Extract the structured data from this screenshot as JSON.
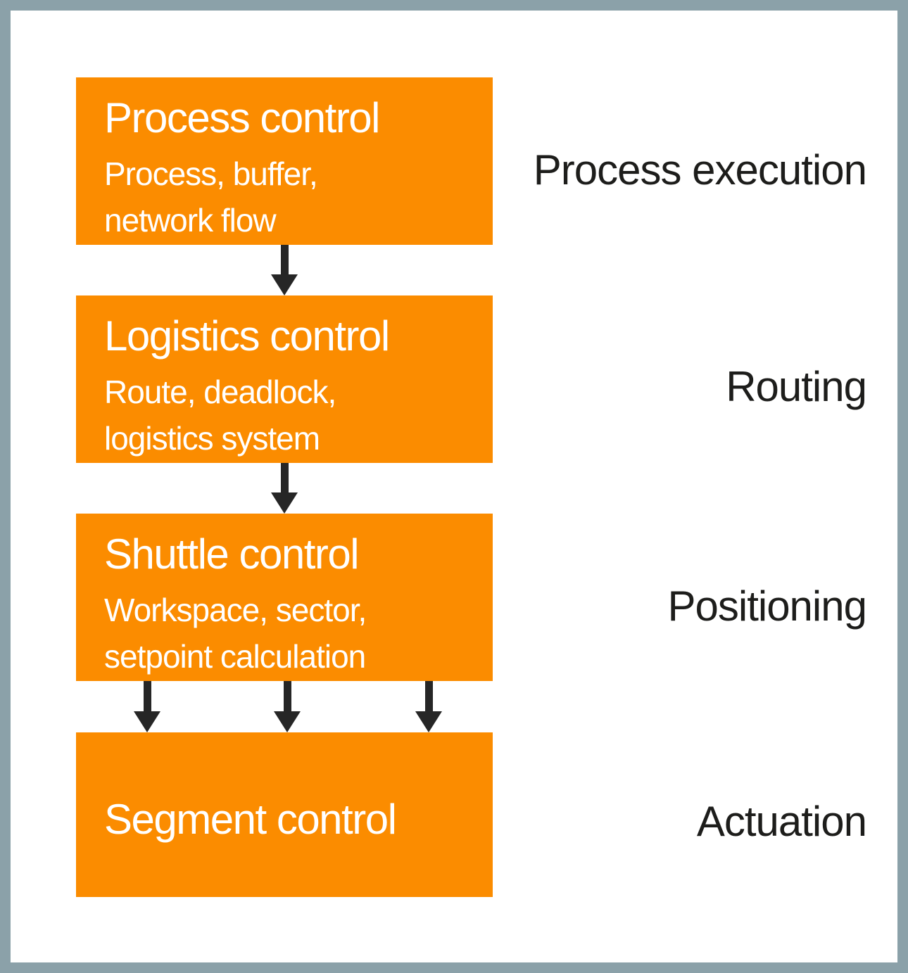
{
  "diagram": {
    "title_implicit": "Control hierarchy diagram",
    "rows": [
      {
        "box": {
          "title": "Process control",
          "subtitle_lines": [
            "Process, buffer,",
            "network flow"
          ]
        },
        "stage_label": "Process execution"
      },
      {
        "box": {
          "title": "Logistics control",
          "subtitle_lines": [
            "Route, deadlock,",
            "logistics system"
          ]
        },
        "stage_label": "Routing"
      },
      {
        "box": {
          "title": "Shuttle control",
          "subtitle_lines": [
            "Workspace, sector,",
            "setpoint calculation"
          ]
        },
        "stage_label": "Positioning"
      },
      {
        "box": {
          "title": "Segment control",
          "subtitle_lines": []
        },
        "stage_label": "Actuation"
      }
    ],
    "connectors": [
      {
        "from": "Process control",
        "to": "Logistics control",
        "arrow_count": 1
      },
      {
        "from": "Logistics control",
        "to": "Shuttle control",
        "arrow_count": 1
      },
      {
        "from": "Shuttle control",
        "to": "Segment control",
        "arrow_count": 3
      }
    ]
  },
  "colors": {
    "box_bg": "#FB8C00",
    "box_text": "#FFFFFF",
    "label_text": "#1D1D1B",
    "arrow": "#262626",
    "frame_border": "#8BA1A9",
    "background": "#FFFFFF"
  }
}
